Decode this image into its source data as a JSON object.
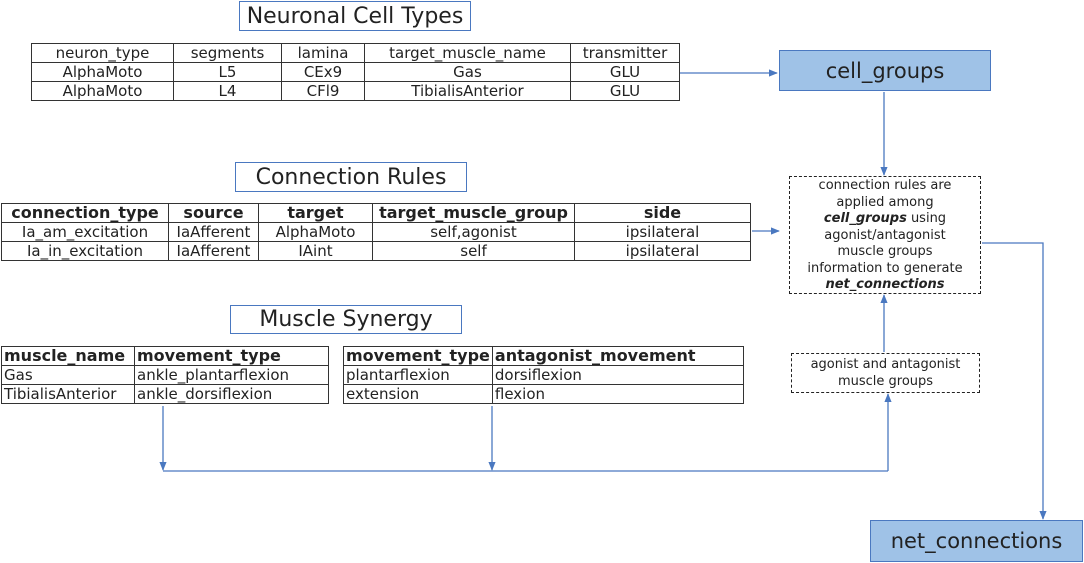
{
  "neuron_section": {
    "title": "Neuronal Cell Types",
    "headers": [
      "neuron_type",
      "segments",
      "lamina",
      "target_muscle_name",
      "transmitter"
    ],
    "rows": [
      [
        "AlphaMoto",
        "L5",
        "CEx9",
        "Gas",
        "GLU"
      ],
      [
        "AlphaMoto",
        "L4",
        "CFl9",
        "TibialisAnterior",
        "GLU"
      ]
    ]
  },
  "rules_section": {
    "title": "Connection Rules",
    "headers": [
      "connection_type",
      "source",
      "target",
      "target_muscle_group",
      "side"
    ],
    "rows": [
      [
        "Ia_am_excitation",
        "IaAfferent",
        "AlphaMoto",
        "self,agonist",
        "ipsilateral"
      ],
      [
        "Ia_in_excitation",
        "IaAfferent",
        "IAint",
        "self",
        "ipsilateral"
      ]
    ]
  },
  "synergy_section": {
    "title": "Muscle Synergy",
    "table1": {
      "headers": [
        "muscle_name",
        "movement_type"
      ],
      "rows": [
        [
          "Gas",
          "ankle_plantarflexion"
        ],
        [
          "TibialisAnterior",
          "ankle_dorsiflexion"
        ]
      ]
    },
    "table2": {
      "headers": [
        "movement_type",
        "antagonist_movement"
      ],
      "rows": [
        [
          "plantarflexion",
          "dorsiflexion"
        ],
        [
          "extension",
          "flexion"
        ]
      ]
    }
  },
  "cell_groups_box": "cell_groups",
  "net_connections_box": "net_connections",
  "rules_note": {
    "line1": "connection rules are",
    "line2": "applied among",
    "line3_bold": "cell_groups",
    "line3_rest": " using",
    "line4": "agonist/antagonist",
    "line5": "muscle groups",
    "line6": "information to generate",
    "line7_bold": "net_connections"
  },
  "agonist_note": {
    "line1": "agonist and antagonist",
    "line2": "muscle groups"
  },
  "colors": {
    "arrow": "#4a78c0",
    "box_fill": "#9fc2e7"
  }
}
